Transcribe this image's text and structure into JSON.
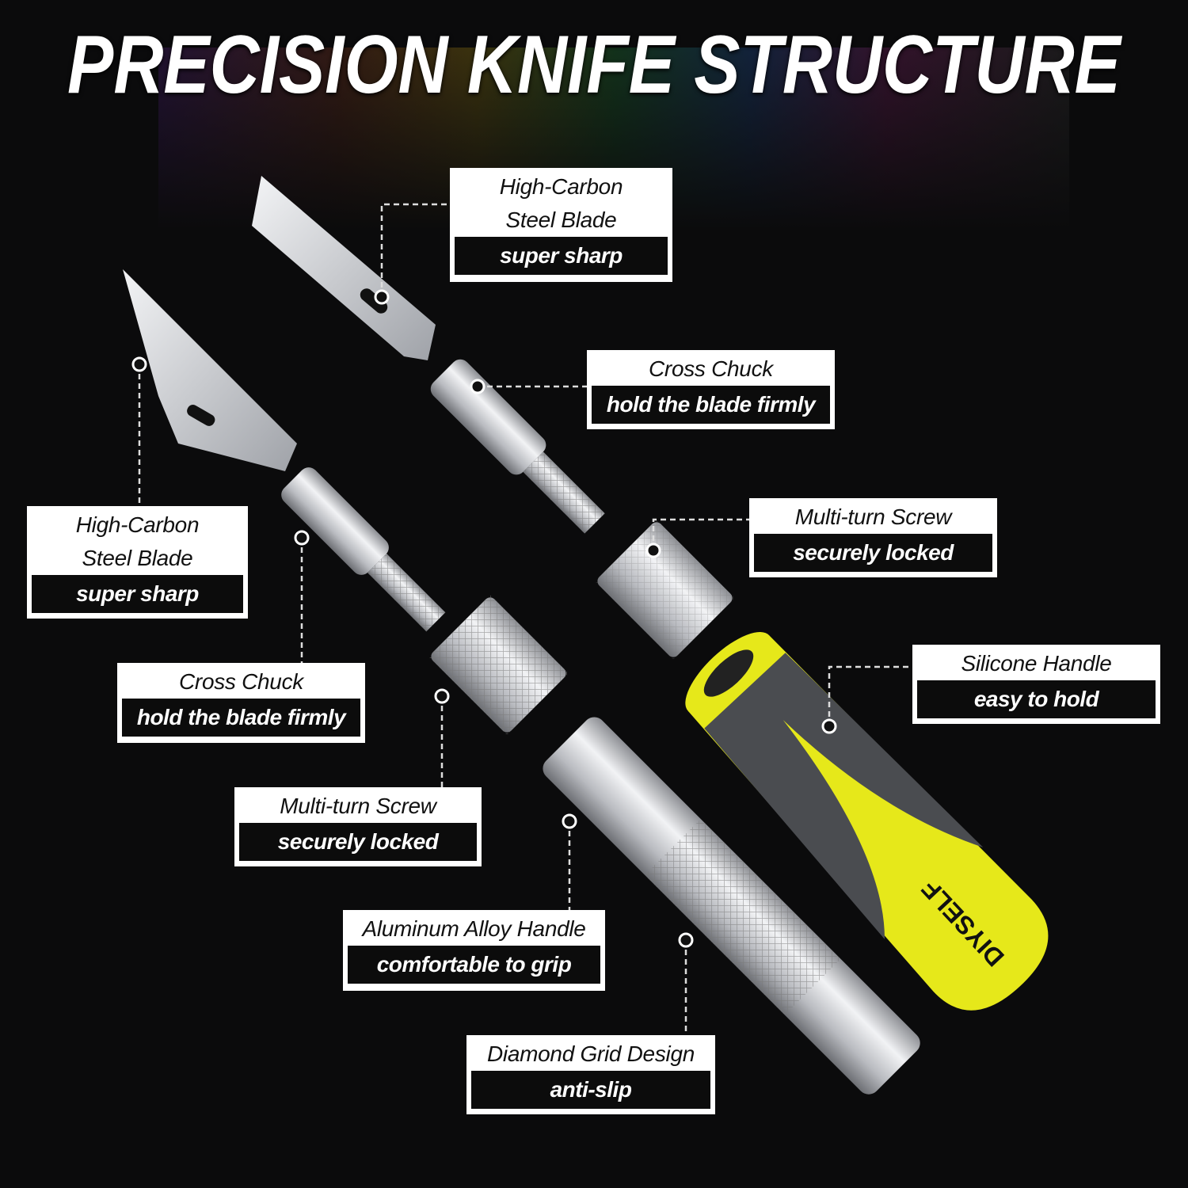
{
  "title": "PRECISION KNIFE STRUCTURE",
  "brand_logo": "DIYSELF",
  "colors": {
    "background": "#0b0b0c",
    "handle_yellow": "#e6e81a",
    "handle_grey": "#4a4c50",
    "metal": "#c9cbcf",
    "label_bg": "#ffffff",
    "label_sub_bg": "#0c0c0c"
  },
  "labels": [
    {
      "title_lines": [
        "High-Carbon",
        "Steel Blade"
      ],
      "subtitle": "super sharp"
    },
    {
      "title_lines": [
        "Cross Chuck"
      ],
      "subtitle": "hold the blade firmly"
    },
    {
      "title_lines": [
        "Multi-turn Screw"
      ],
      "subtitle": "securely locked"
    },
    {
      "title_lines": [
        "Silicone Handle"
      ],
      "subtitle": "easy to hold"
    },
    {
      "title_lines": [
        "High-Carbon",
        "Steel Blade"
      ],
      "subtitle": "super sharp"
    },
    {
      "title_lines": [
        "Cross Chuck"
      ],
      "subtitle": "hold the blade firmly"
    },
    {
      "title_lines": [
        "Multi-turn Screw"
      ],
      "subtitle": "securely locked"
    },
    {
      "title_lines": [
        "Aluminum Alloy Handle"
      ],
      "subtitle": "comfortable to grip"
    },
    {
      "title_lines": [
        "Diamond Grid Design"
      ],
      "subtitle": "anti-slip"
    }
  ]
}
